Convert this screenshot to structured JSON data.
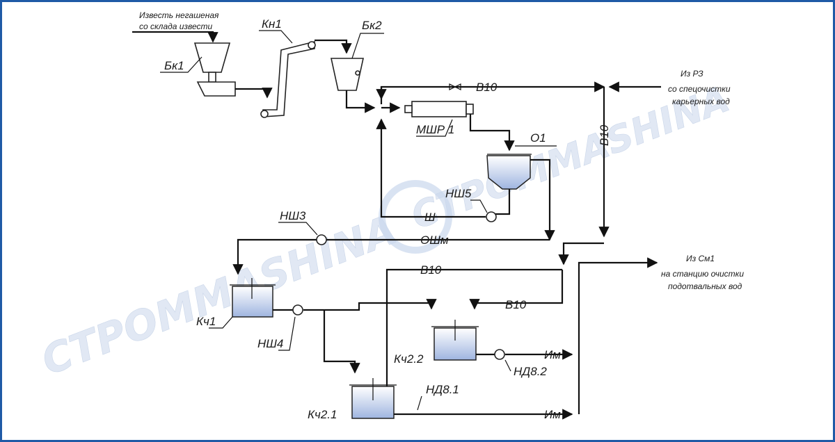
{
  "colors": {
    "frame": "#1f5aa6",
    "water_top": "#ffffff",
    "water_bottom": "#9fb5e0",
    "line": "#111111",
    "watermark": "#c9d7ec"
  },
  "watermark": "CTPOMMASHINA",
  "equipment": {
    "bk1": "Бк1",
    "bk2": "Бк2",
    "kn1": "Кн1",
    "mshr1": "МШР 1",
    "o1": "О1",
    "nsh5": "НШ5",
    "nsh3": "НШ3",
    "nsh4": "НШ4",
    "kch1": "Кч1",
    "kch2_1": "Кч2.1",
    "kch2_2": "Кч2.2",
    "nd8_1": "НД8.1",
    "nd8_2": "НД8.2"
  },
  "streams": {
    "v10_top": "В10",
    "v10_vertical": "В10",
    "v10_mid": "В10",
    "v10_right": "В10",
    "sh": "Ш",
    "oshm": "ОШм",
    "im_upper": "Им",
    "im_lower": "Им"
  },
  "notes": {
    "lime_line1": "Известь негашеная",
    "lime_line2": "со склада извести",
    "rz_line1": "Из РЗ",
    "rz_line2": "со спецочистки",
    "rz_line3": "карьерных вод",
    "sm1_line1": "Из См1",
    "sm1_line2": "на станцию очистки",
    "sm1_line3": "подотвальных вод"
  }
}
